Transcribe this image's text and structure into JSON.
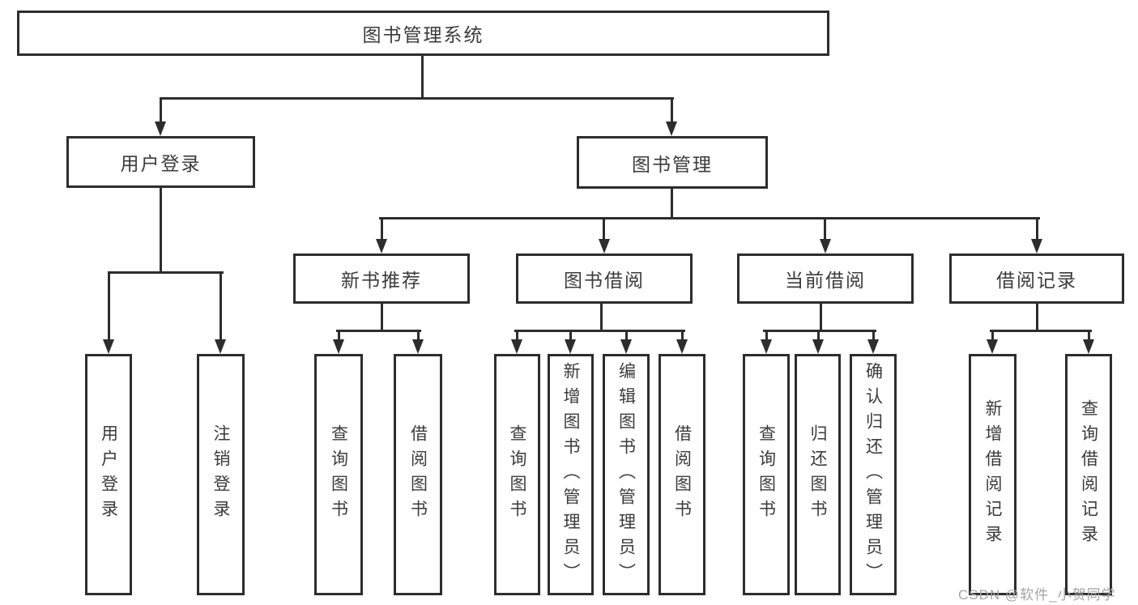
{
  "tree": {
    "root": {
      "label": "图书管理系统",
      "children": [
        {
          "label": "用户登录",
          "children": [
            {
              "label": "用户登录"
            },
            {
              "label": "注销登录"
            }
          ]
        },
        {
          "label": "图书管理",
          "children": [
            {
              "label": "新书推荐",
              "children": [
                {
                  "label": "查询图书"
                },
                {
                  "label": "借阅图书"
                }
              ]
            },
            {
              "label": "图书借阅",
              "children": [
                {
                  "label": "查询图书"
                },
                {
                  "label": "新增图书（管理员）"
                },
                {
                  "label": "编辑图书（管理员）"
                },
                {
                  "label": "借阅图书"
                }
              ]
            },
            {
              "label": "当前借阅",
              "children": [
                {
                  "label": "查询图书"
                },
                {
                  "label": "归还图书"
                },
                {
                  "label": "确认归还（管理员）"
                }
              ]
            },
            {
              "label": "借阅记录",
              "children": [
                {
                  "label": "新增借阅记录"
                },
                {
                  "label": "查询借阅记录"
                }
              ]
            }
          ]
        }
      ]
    }
  },
  "watermark": {
    "text": "CSDN @软件_小贺同学"
  },
  "colors": {
    "line": "#2d2d2d",
    "text": "#3b3b3b",
    "watermark": "#a5a5a5",
    "background": "#ffffff"
  }
}
